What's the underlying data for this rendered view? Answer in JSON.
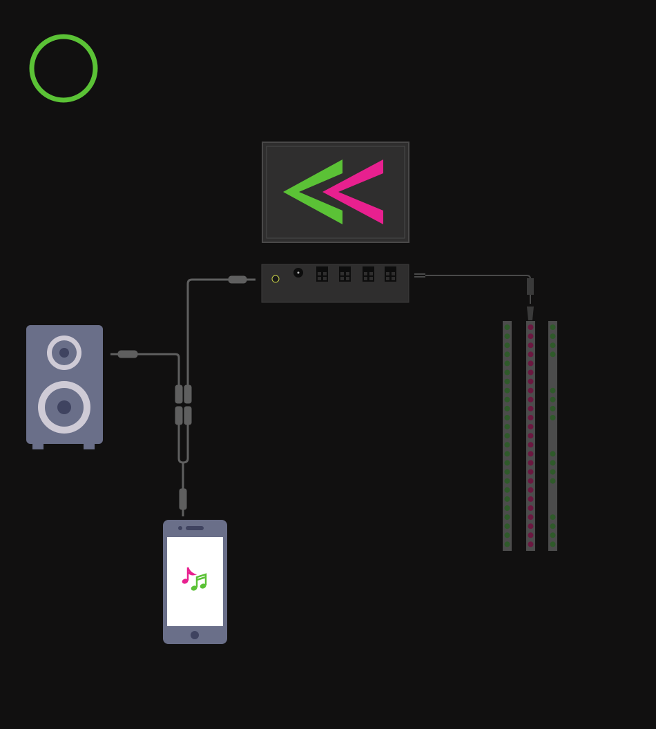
{
  "colors": {
    "background": "#111010",
    "accent_green": "#5bc236",
    "accent_pink": "#e8208f",
    "device_dark": "#2f2e2e",
    "device_border": "#4a4949",
    "cable": "#5f5f5f",
    "speaker_body": "#6a6f89",
    "speaker_ring": "#cfcbd6",
    "phone_body": "#6a6f89",
    "led_off_green": "#2f5a2a",
    "led_off_pink": "#6b1840",
    "strip_body": "#4c4c4c"
  },
  "status_indicator": {
    "icon": "ring-outline-icon"
  },
  "display": {
    "logo_icon": "double-chevron-left-logo"
  },
  "controller": {
    "ports": [
      "audio-in-port",
      "power-port",
      "led-port-1",
      "led-port-2",
      "led-port-3",
      "led-port-4"
    ]
  },
  "speaker": {
    "icon": "speaker-icon"
  },
  "phone": {
    "icon": "music-notes-icon"
  },
  "led_strips": [
    {
      "name": "left-strip",
      "led_color": "green",
      "pattern": "continuous"
    },
    {
      "name": "middle-strip",
      "led_color": "pink",
      "pattern": "continuous"
    },
    {
      "name": "right-strip",
      "led_color": "green",
      "pattern": "segmented"
    }
  ]
}
